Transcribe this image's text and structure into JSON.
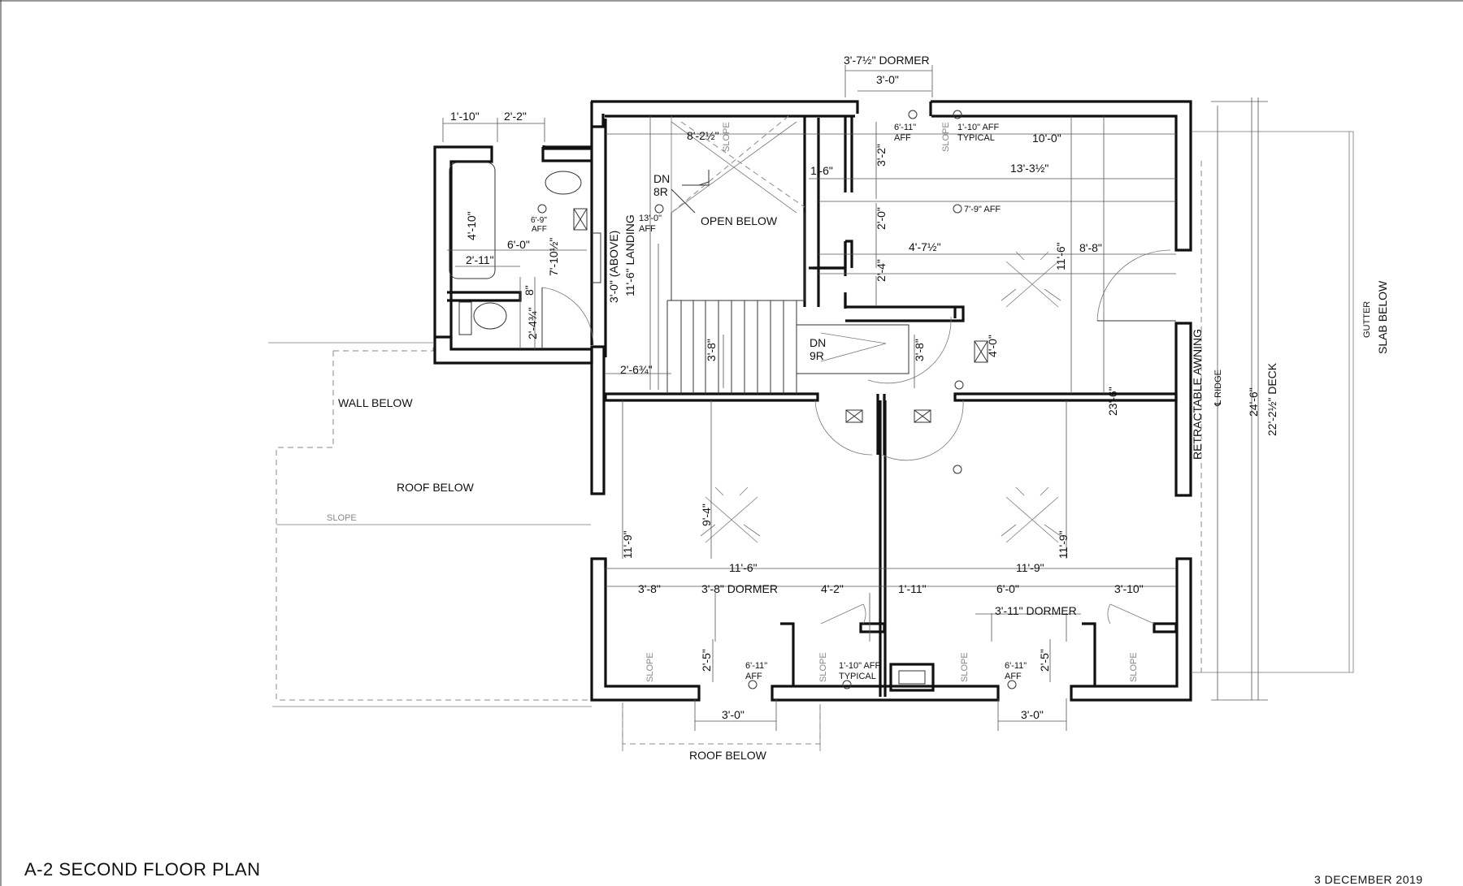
{
  "sheet": {
    "title": "A-2 SECOND FLOOR PLAN",
    "date": "3 DECEMBER 2019"
  },
  "labels": {
    "dormer_top": "3'-7½\" DORMER",
    "top_3_0": "3'-0\"",
    "bath_w1": "1'-10\"",
    "bath_w2": "2'-2\"",
    "stair_w": "8'-2½\"",
    "slope": "SLOPE",
    "dn_8r_a": "DN",
    "dn_8r_b": "8R",
    "aff_13": "13'-0\"",
    "aff": "AFF",
    "open_below": "OPEN BELOW",
    "aff_6_11_top": "6'-11\"",
    "aff_1_10_top": "1'-10\" AFF",
    "typical": "TYPICAL",
    "dim_10_0": "10'-0\"",
    "dim_1_6": "1'-6\"",
    "dim_3_2": "3'-2\"",
    "dim_13_3": "13'-3½\"",
    "dim_2_0": "2'-0\"",
    "aff_7_9": "7'-9\" AFF",
    "dim_4_7": "4'-7½\"",
    "dim_11_6v": "11'-6\"",
    "dim_8_8": "8'-8\"",
    "dim_2_4": "2'-4\"",
    "bath_4_10": "4'-10\"",
    "bath_6_9": "6'-9\"",
    "bath_6_0": "6'-0\"",
    "bath_7_10": "7'-10½\"",
    "bath_2_11": "2'-11\"",
    "bath_8": "8\"",
    "bath_2_4": "2'-4¾\"",
    "above": "3'-0\" (ABOVE)",
    "landing": "11'-6\" LANDING",
    "dn_9r_a": "DN",
    "dn_9r_b": "9R",
    "dim_3_8a": "3'-8\"",
    "dim_3_8b": "3'-8\"",
    "dim_4_0": "4'-0\"",
    "dim_2_6": "2'-6¾\"",
    "wall_below": "WALL BELOW",
    "roof_below_left": "ROOF BELOW",
    "retractable": "RETRACTABLE AWNING",
    "ridge": "℄ RIDGE",
    "dim_23_6": "23'-6\"",
    "dim_24_6": "24'-6\"",
    "deck": "22'-2½\" DECK",
    "gutter": "GUTTER",
    "slab_below": "SLAB BELOW",
    "dim_9_4": "9'-4\"",
    "dim_11_9a": "11'-9\"",
    "dim_11_9b": "11'-9\"",
    "dim_11_6h": "11'-6\"",
    "dim_11_9h": "11'-9\"",
    "b_3_8": "3'-8\"",
    "b_dormer": "3'-8\" DORMER",
    "b_4_2": "4'-2\"",
    "b_1_11": "1'-11\"",
    "b_6_0": "6'-0\"",
    "b_3_10": "3'-10\"",
    "b_dormer2": "3'-11\" DORMER",
    "b_2_5a": "2'-5\"",
    "b_2_5b": "2'-5\"",
    "b_6_11a": "6'-11\"",
    "b_6_11b": "6'-11\"",
    "b_1_10": "1'-10\" AFF",
    "b_typical": "TYPICAL",
    "b_3_0a": "3'-0\"",
    "b_3_0b": "3'-0\"",
    "roof_below_bottom": "ROOF BELOW"
  }
}
